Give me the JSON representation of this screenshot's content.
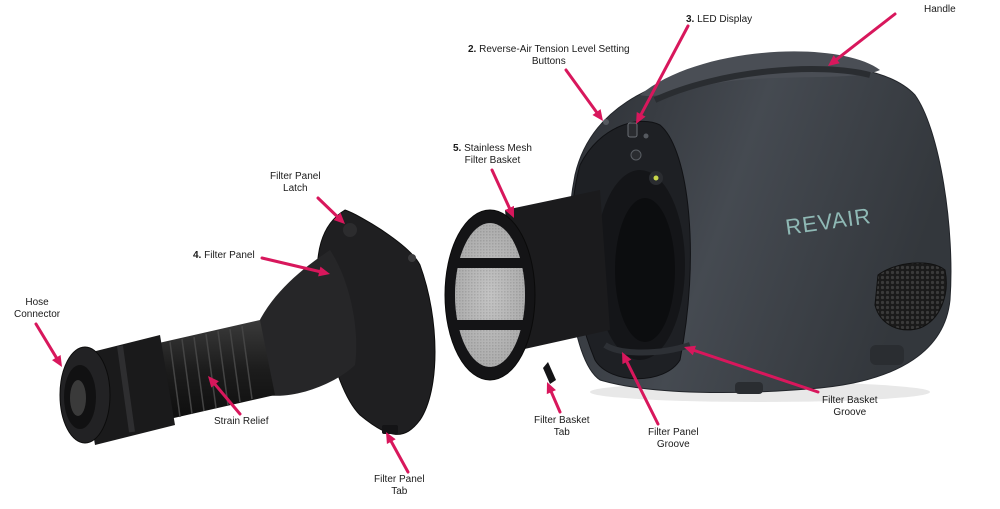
{
  "brand": "REVAIR",
  "colors": {
    "arrow": "#d8175c",
    "device_body": "#3a3e44",
    "device_dark": "#1e2024",
    "brand_text": "#8fb9b5",
    "text": "#1a1a1a"
  },
  "labels": {
    "handle": "Handle",
    "led_display": {
      "num": "3.",
      "text": "LED Display"
    },
    "tension_buttons": {
      "num": "2.",
      "line1": "Reverse-Air Tension Level Setting",
      "line2": "Buttons"
    },
    "mesh_basket": {
      "num": "5.",
      "line1": "Stainless Mesh",
      "line2": "Filter Basket"
    },
    "panel_latch": {
      "line1": "Filter Panel",
      "line2": "Latch"
    },
    "filter_panel": {
      "num": "4.",
      "text": "Filter Panel"
    },
    "hose_connector": {
      "line1": "Hose",
      "line2": "Connector"
    },
    "strain_relief": "Strain Relief",
    "panel_tab": {
      "line1": "Filter Panel",
      "line2": "Tab"
    },
    "basket_tab": {
      "line1": "Filter Basket",
      "line2": "Tab"
    },
    "panel_groove": {
      "line1": "Filter Panel",
      "line2": "Groove"
    },
    "basket_groove": {
      "line1": "Filter Basket",
      "line2": "Groove"
    }
  }
}
